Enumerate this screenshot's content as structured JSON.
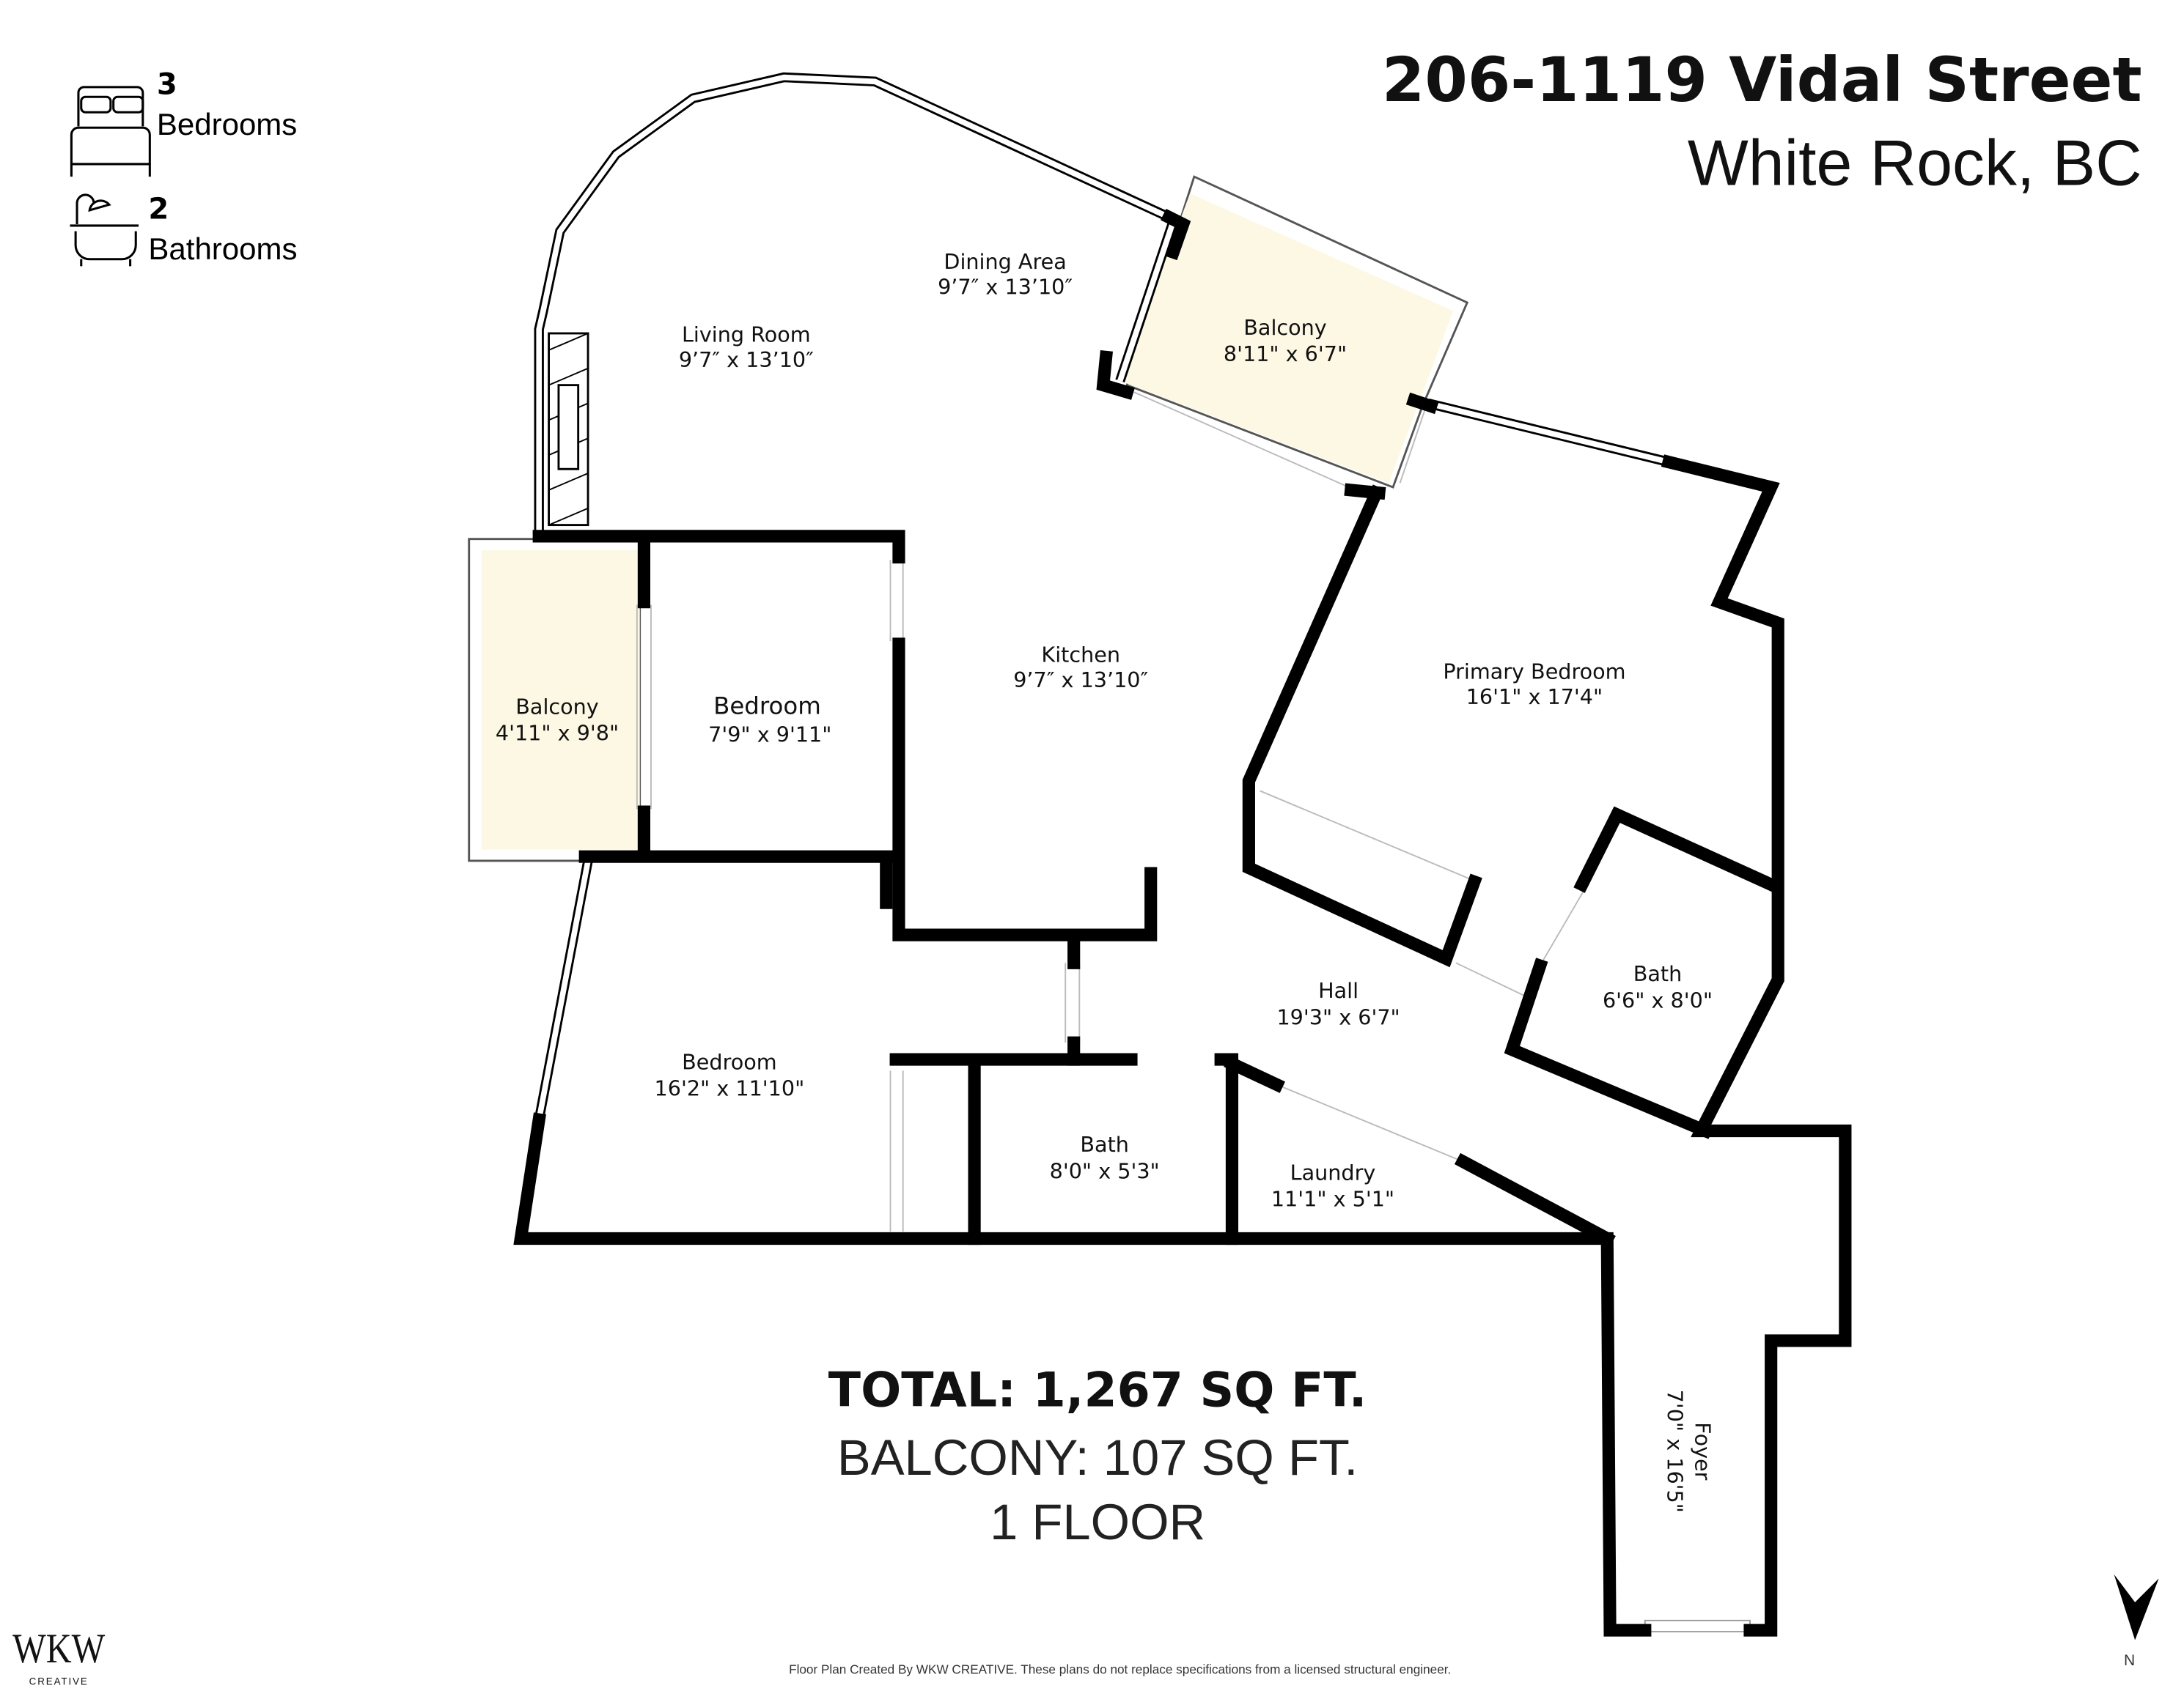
{
  "header": {
    "address": "206-1119 Vidal Street",
    "city": "White Rock, BC"
  },
  "stats": {
    "bedrooms": {
      "count": "3",
      "label": "Bedrooms",
      "icon": "bed-icon"
    },
    "bathrooms": {
      "count": "2",
      "label": "Bathrooms",
      "icon": "bathtub-icon"
    }
  },
  "rooms": {
    "dining": {
      "name": "Dining Area",
      "size": "9’7″ x 13’10″"
    },
    "living": {
      "name": "Living Room",
      "size": "9’7″ x 13’10″"
    },
    "balcony_top": {
      "name": "Balcony",
      "size": "8'11\" x 6'7\""
    },
    "kitchen": {
      "name": "Kitchen",
      "size": "9’7″ x 13’10″"
    },
    "primary": {
      "name": "Primary Bedroom",
      "size": "16'1\" x 17'4\""
    },
    "balcony_left": {
      "name": "Balcony",
      "size": "4'11\" x 9'8\""
    },
    "bedroom_small": {
      "name": "Bedroom",
      "size": "7'9\" x 9'11\""
    },
    "hall": {
      "name": "Hall",
      "size": "19'3\" x 6'7\""
    },
    "bath_primary": {
      "name": "Bath",
      "size": "6'6\" x 8'0\""
    },
    "bedroom_large": {
      "name": "Bedroom",
      "size": "16'2\" x 11'10\""
    },
    "bath": {
      "name": "Bath",
      "size": "8'0\" x 5'3\""
    },
    "laundry": {
      "name": "Laundry",
      "size": "11'1\" x 5'1\""
    },
    "foyer": {
      "name": "Foyer",
      "size": "7'0\" x 16'5\""
    }
  },
  "summary": {
    "total": "TOTAL: 1,267 SQ FT.",
    "balcony": "BALCONY: 107 SQ FT.",
    "floors": "1 FLOOR"
  },
  "compass": {
    "label": "N"
  },
  "logo": {
    "text": "WKW",
    "sub": "CREATIVE"
  },
  "footer": {
    "disclaimer": "Floor Plan Created By WKW CREATIVE. These plans do not replace specifications from a licensed structural engineer."
  },
  "colors": {
    "balcony_fill": "#fdf8e4",
    "wall": "#000000"
  }
}
